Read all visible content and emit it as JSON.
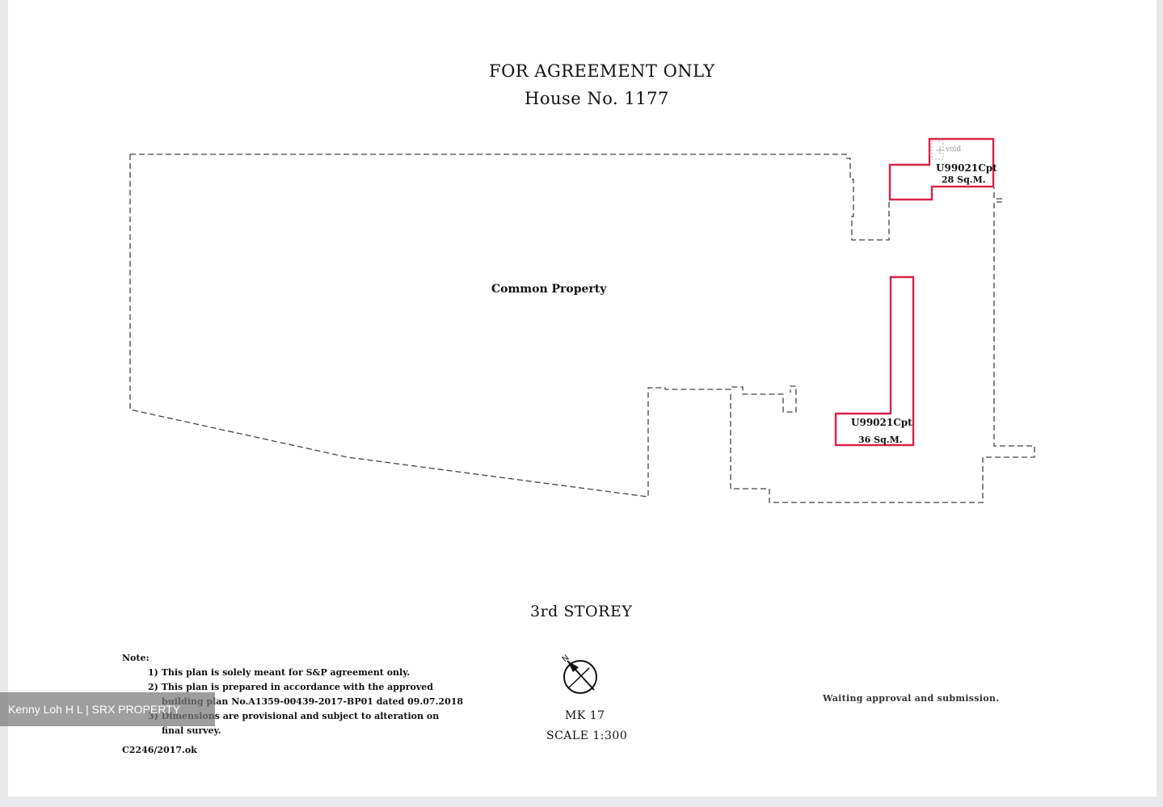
{
  "header": {
    "title": "FOR AGREEMENT ONLY",
    "house": "House No. 1177"
  },
  "plan": {
    "common_area_label": "Common Property",
    "void_label": "void",
    "units": [
      {
        "name": "U99021Cpt",
        "area": "28 Sq.M."
      },
      {
        "name": "U99021Cpt",
        "area": "36 Sq.M."
      }
    ],
    "colors": {
      "unit_outline": "#d9234b",
      "boundary": "#444444"
    }
  },
  "storey": "3rd STOREY",
  "notes": {
    "title": "Note:",
    "item1": "1) This plan is solely meant for S&P agreement only.",
    "item2a": "2) This plan is prepared in accordance with the approved",
    "item2b": "building plan No.A1359-00439-2017-BP01 dated 09.07.2018",
    "item3a": "3) Dimensions are provisional and subject to alteration on",
    "item3b": "final survey.",
    "reference": "C2246/2017.ok"
  },
  "north": {
    "mk": "MK 17",
    "scale": "SCALE 1:300"
  },
  "faded_text": "Waiting approval and submission.",
  "watermark": "Kenny Loh H L | SRX PROPERTY"
}
